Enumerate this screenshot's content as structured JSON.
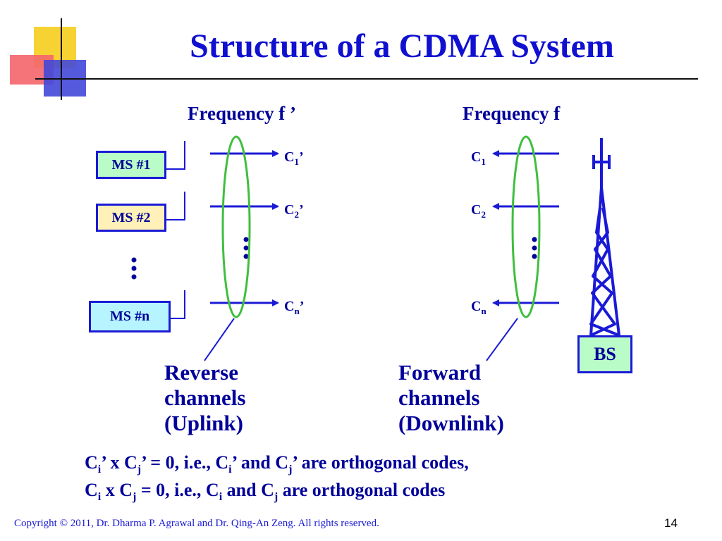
{
  "slide": {
    "title": "Structure of a CDMA System",
    "uplink_freq_label": "Frequency f ’",
    "downlink_freq_label": "Frequency f",
    "mobiles": [
      "MS #1",
      "MS #2",
      "MS #n"
    ],
    "base_station": "BS",
    "reverse_codes": {
      "c1": "C",
      "c1_sub": "1",
      "c1_prime": "’",
      "c2": "C",
      "c2_sub": "2",
      "c2_prime": "’",
      "cn": "C",
      "cn_sub": "n",
      "cn_prime": "’"
    },
    "forward_codes": {
      "c1": "C",
      "c1_sub": "1",
      "c2": "C",
      "c2_sub": "2",
      "cn": "C",
      "cn_sub": "n"
    },
    "reverse_label": {
      "line1": "Reverse",
      "line2": "channels",
      "line3": "(Uplink)"
    },
    "forward_label": {
      "line1": "Forward",
      "line2": "channels",
      "line3": "(Downlink)"
    },
    "formula1": {
      "p1": "C",
      "s1": "i",
      "p2": "’ x C",
      "s2": "j",
      "p3": "’ = 0,  i.e.,  C",
      "s3": "i",
      "p4": "’ and C",
      "s4": "j",
      "p5": "’ are orthogonal codes,"
    },
    "formula2": {
      "p1": "C",
      "s1": "i",
      "p2": " x C",
      "s2": "j",
      "p3": " = 0,  i.e.,  C",
      "s3": "i",
      "p4": " and C",
      "s4": "j",
      "p5": " are orthogonal codes"
    },
    "footer": "Copyright © 2011, Dr. Dharma P. Agrawal and Dr. Qing-An Zeng. All rights reserved.",
    "page_number": "14"
  },
  "colors": {
    "text": "#00009a",
    "title": "#1010d0",
    "lines": "#1a1ad6",
    "ellipse": "#3fbf3f"
  }
}
